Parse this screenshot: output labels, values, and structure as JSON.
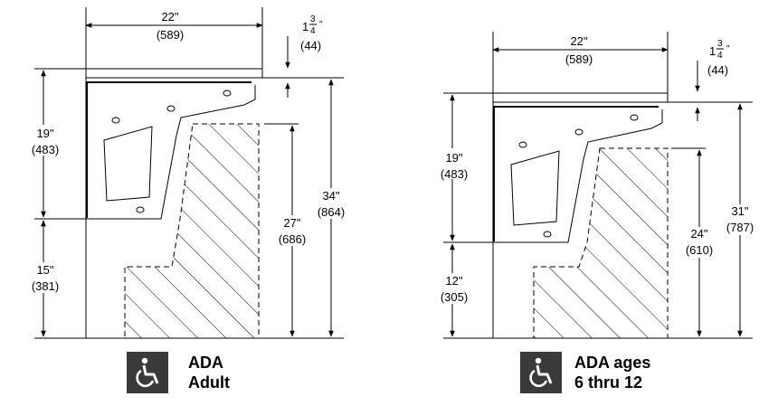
{
  "left": {
    "width_in": "22\"",
    "width_mm": "(589)",
    "lip_frac": "1",
    "lip_num": "3",
    "lip_den": "4",
    "lip_mm": "(44)",
    "h19_in": "19\"",
    "h19_mm": "(483)",
    "h15_in": "15\"",
    "h15_mm": "(381)",
    "h27_in": "27\"",
    "h27_mm": "(686)",
    "h34_in": "34\"",
    "h34_mm": "(864)",
    "label_line1": "ADA",
    "label_line2": "Adult"
  },
  "right": {
    "width_in": "22\"",
    "width_mm": "(589)",
    "lip_frac": "1",
    "lip_num": "3",
    "lip_den": "4",
    "lip_mm": "(44)",
    "h19_in": "19\"",
    "h19_mm": "(483)",
    "h12_in": "12\"",
    "h12_mm": "(305)",
    "h24_in": "24\"",
    "h24_mm": "(610)",
    "h31_in": "31\"",
    "h31_mm": "(787)",
    "label_line1": "ADA ages",
    "label_line2": "6 thru 12"
  },
  "icons": {
    "accessibility": "wheelchair-icon"
  }
}
